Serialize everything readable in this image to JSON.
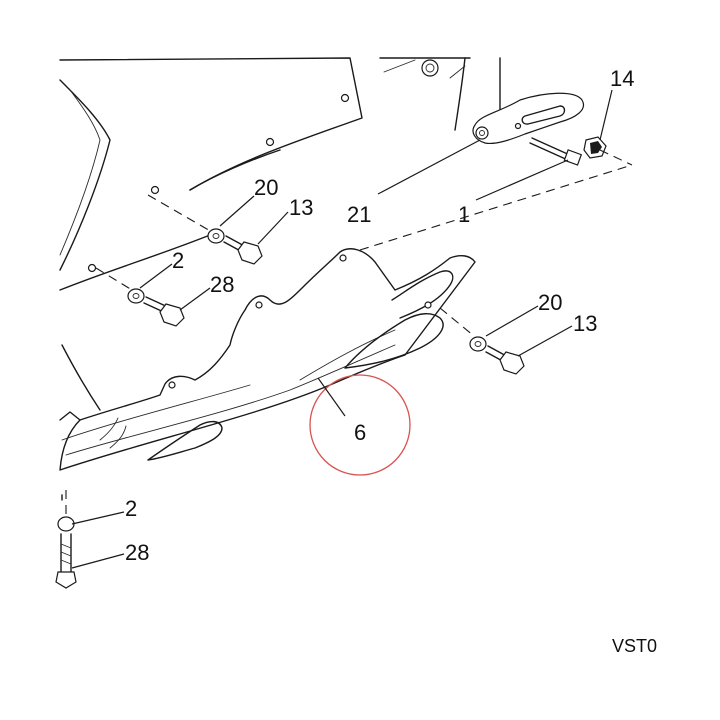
{
  "diagram": {
    "callouts": {
      "c14": "14",
      "c21": "21",
      "c1": "1",
      "c20a": "20",
      "c13a": "13",
      "c2a": "2",
      "c28a": "28",
      "c20b": "20",
      "c13b": "13",
      "c6": "6",
      "c2b": "2",
      "c28b": "28"
    },
    "code": "VST0",
    "highlight_color": "#d9534f"
  }
}
